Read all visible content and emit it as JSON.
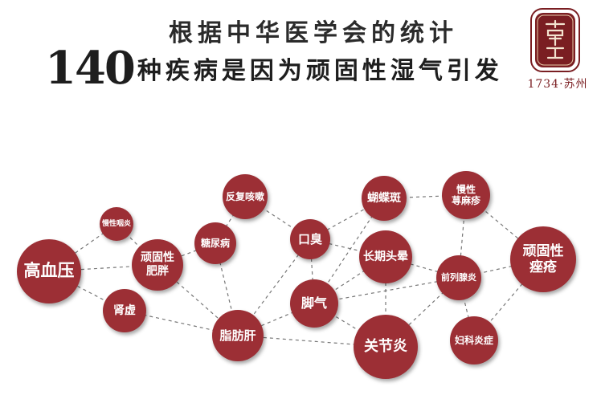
{
  "header": {
    "line1": "根据中华医学会的统计",
    "number": "140",
    "line2_rest": "种疾病是因为顽固性湿气引发"
  },
  "brand": {
    "seal_text": "雷允上",
    "year_place": "1734·苏州"
  },
  "colors": {
    "node_fill": "#9c2f35",
    "link": "#777777",
    "brand": "#7a1e22"
  },
  "nodes": {
    "gaoxueya": "高血压",
    "manxingyanyan": "慢性咽炎",
    "wangguxing_feipang": "顽固性\n肥胖",
    "shenxu": "肾虚",
    "tangniaobing": "糖尿病",
    "fanfu_kesou": "反复咳嗽",
    "koushou": "口臭",
    "zhifanggan": "脂肪肝",
    "jiaoqi": "脚气",
    "hudieban": "蝴蝶斑",
    "changqi_touyun": "长期头晕",
    "guanjieyan": "关节炎",
    "manxing_xunmazhen": "慢性\n荨麻疹",
    "qianliexianyan": "前列腺炎",
    "fukeyanzheng": "妇科炎症",
    "wangguxing_cuochuang": "顽固性\n痤疮"
  }
}
